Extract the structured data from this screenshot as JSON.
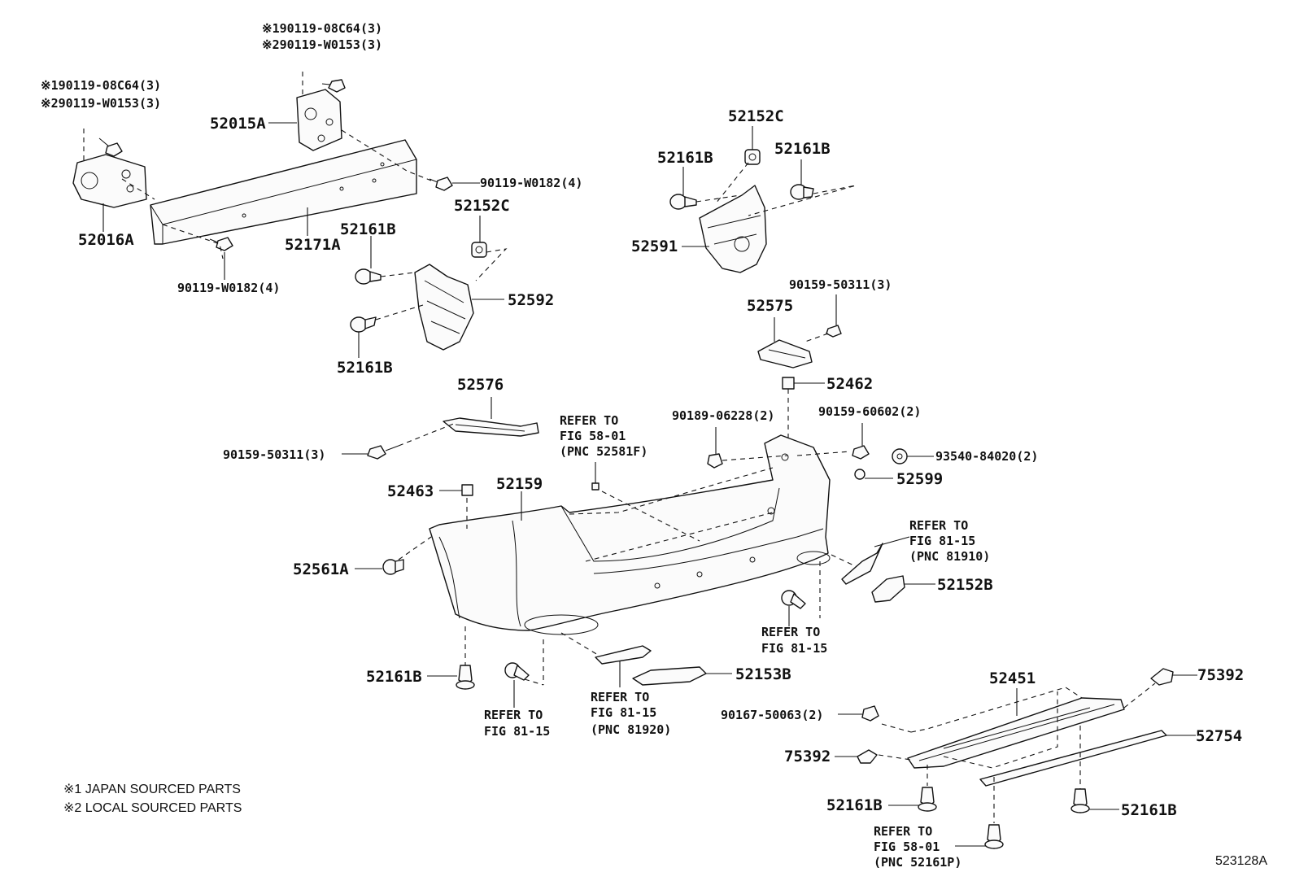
{
  "labels": {
    "n1_190119_08C64_top": "※190119-08C64(3)",
    "n2_290119_W0153_top": "※290119-W0153(3)",
    "n1_190119_08C64_left": "※190119-08C64(3)",
    "n2_290119_W0153_left": "※290119-W0153(3)",
    "p52015A": "52015A",
    "p52016A": "52016A",
    "p52171A": "52171A",
    "p90119_W0182_right": "90119-W0182(4)",
    "p90119_W0182_bottom": "90119-W0182(4)",
    "p52161B_a": "52161B",
    "p52152C_a": "52152C",
    "p52592": "52592",
    "p52161B_b": "52161B",
    "p52152C_b": "52152C",
    "p52161B_c": "52161B",
    "p52161B_d": "52161B",
    "p52591": "52591",
    "p90159_50311_a": "90159-50311(3)",
    "p52575": "52575",
    "p52462": "52462",
    "p52576": "52576",
    "p90159_50311_b": "90159-50311(3)",
    "refer_5801_l1": "REFER TO",
    "refer_5801_l2": "FIG 58-01",
    "refer_5801_l3": "(PNC 52581F)",
    "p90189_06228": "90189-06228(2)",
    "p90159_60602": "90159-60602(2)",
    "p93540_84020": "93540-84020(2)",
    "p52599": "52599",
    "p52463": "52463",
    "p52159": "52159",
    "p52561A": "52561A",
    "refer_8115a_l1": "REFER TO",
    "refer_8115a_l2": "FIG 81-15",
    "refer_8115a_l3": "(PNC 81910)",
    "p52152B": "52152B",
    "refer_8115b_l1": "REFER TO",
    "refer_8115b_l2": "FIG 81-15",
    "p52153B": "52153B",
    "p52161B_e": "52161B",
    "refer_8115c_l1": "REFER TO",
    "refer_8115c_l2": "FIG 81-15",
    "refer_8115c_l3": "(PNC 81920)",
    "refer_8115d_l1": "REFER TO",
    "refer_8115d_l2": "FIG 81-15",
    "p52451": "52451",
    "p75392_a": "75392",
    "p90167_50063": "90167-50063(2)",
    "p52754": "52754",
    "p75392_b": "75392",
    "p52161B_f": "52161B",
    "p52161B_g": "52161B",
    "refer_5801b_l1": "REFER TO",
    "refer_5801b_l2": "FIG 58-01",
    "refer_5801b_l3": "(PNC 52161P)"
  },
  "notes": {
    "note1": "※1 JAPAN SOURCED PARTS",
    "note2": "※2 LOCAL SOURCED PARTS"
  },
  "illustration_number": "523128A"
}
